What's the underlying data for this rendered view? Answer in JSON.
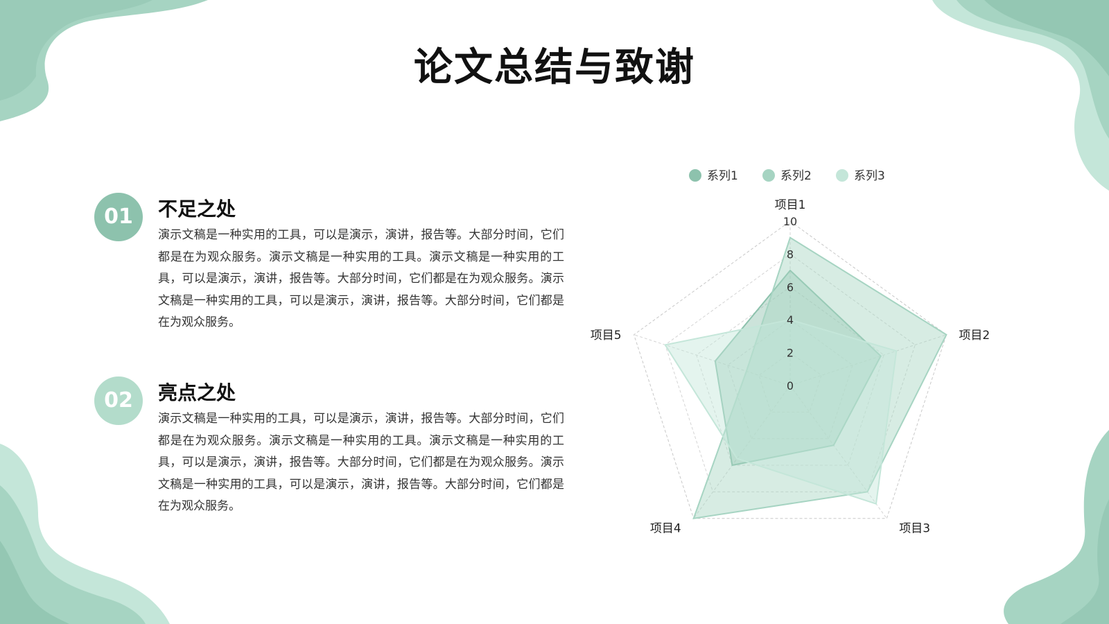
{
  "title": "论文总结与致谢",
  "sections": [
    {
      "number": "01",
      "heading": "不足之处",
      "body": "演示文稿是一种实用的工具，可以是演示，演讲，报告等。大部分时间，它们都是在为观众服务。演示文稿是一种实用的工具。演示文稿是一种实用的工具，可以是演示，演讲，报告等。大部分时间，它们都是在为观众服务。演示文稿是一种实用的工具，可以是演示，演讲，报告等。大部分时间，它们都是在为观众服务。"
    },
    {
      "number": "02",
      "heading": "亮点之处",
      "body": "演示文稿是一种实用的工具，可以是演示，演讲，报告等。大部分时间，它们都是在为观众服务。演示文稿是一种实用的工具。演示文稿是一种实用的工具，可以是演示，演讲，报告等。大部分时间，它们都是在为观众服务。演示文稿是一种实用的工具，可以是演示，演讲，报告等。大部分时间，它们都是在为观众服务。"
    }
  ],
  "colors": {
    "accent_dark": "#8dc2ad",
    "accent_mid": "#a6d4c2",
    "accent_light": "#c4e6d9"
  },
  "chart_data": {
    "type": "radar",
    "categories": [
      "项目1",
      "项目2",
      "项目3",
      "项目4",
      "项目5"
    ],
    "series": [
      {
        "name": "系列1",
        "values": [
          7,
          5.8,
          4.5,
          6,
          4.8
        ],
        "color": "#8dc2ad"
      },
      {
        "name": "系列2",
        "values": [
          9,
          10,
          8,
          10,
          2.8
        ],
        "color": "#a6d4c2"
      },
      {
        "name": "系列3",
        "values": [
          4,
          6.8,
          8.9,
          5.5,
          8
        ],
        "color": "#c4e6d9"
      }
    ],
    "rlim": [
      0,
      10
    ],
    "ticks": [
      0,
      2,
      4,
      6,
      8,
      10
    ],
    "legend_position": "top",
    "grid": true
  }
}
